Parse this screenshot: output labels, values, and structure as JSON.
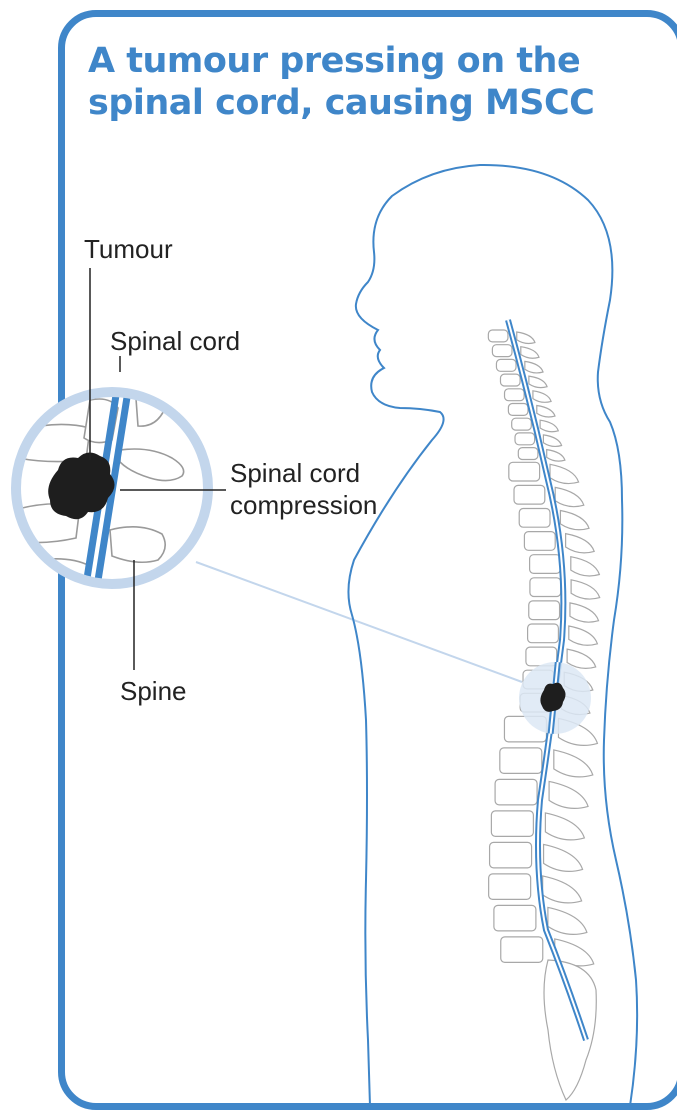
{
  "title": "A tumour pressing on the spinal cord, causing MSCC",
  "labels": {
    "tumour": "Tumour",
    "spinal_cord": "Spinal cord",
    "compression_line1": "Spinal cord",
    "compression_line2": "compression",
    "spine": "Spine"
  },
  "colors": {
    "accent": "#3f86c9",
    "cord": "#3f86c9",
    "magnifier_ring": "#c3d6ec",
    "tumour": "#1e1e1e"
  },
  "icons": [
    "body-outline-icon",
    "spine-icon",
    "magnifier-icon",
    "tumour-icon"
  ]
}
